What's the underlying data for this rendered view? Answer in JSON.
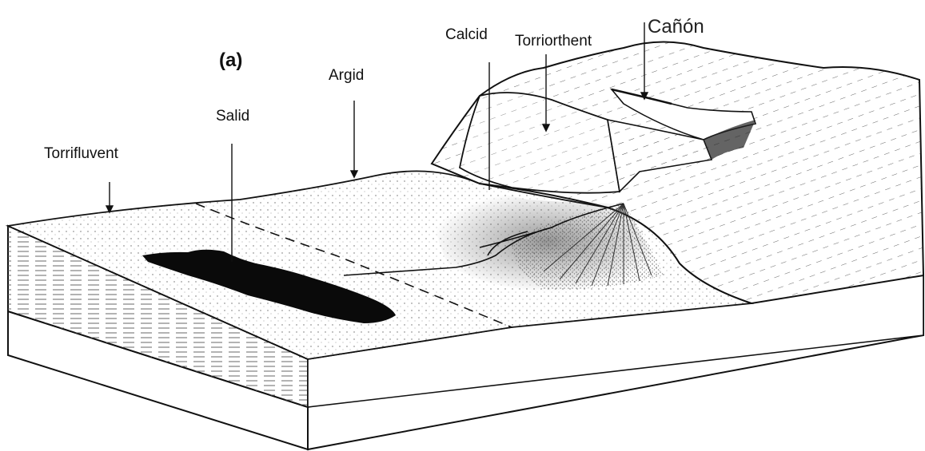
{
  "figure": {
    "panel_label": "(a)",
    "labels": {
      "torrifluvent": "Torrifluvent",
      "salid": "Salid",
      "argid": "Argid",
      "calcid": "Calcid",
      "torriorthent": "Torriorthent",
      "canon": "Cañón"
    }
  },
  "colors": {
    "ink": "#111111",
    "salid_fill": "#0a0a0a",
    "paper": "#ffffff"
  }
}
